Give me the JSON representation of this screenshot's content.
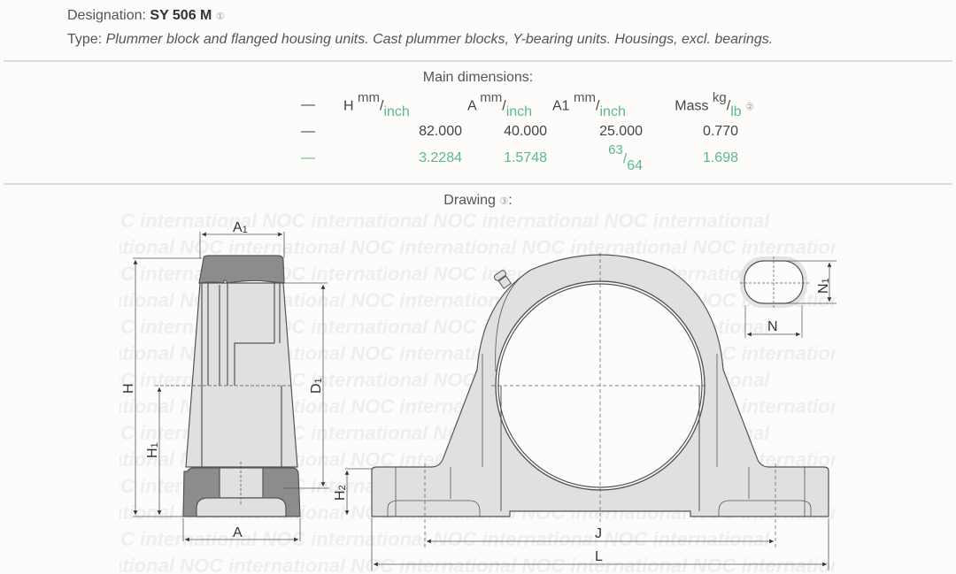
{
  "designation": {
    "label": "Designation:",
    "value": "SY 506 M",
    "info_icon": "①"
  },
  "type": {
    "label": "Type:",
    "value": "Plummer block and flanged housing units. Cast plummer blocks, Y-bearing units. Housings, excl. bearings."
  },
  "main_dimensions": {
    "title": "Main dimensions:",
    "headers": [
      {
        "name": "H",
        "unit_top": "mm",
        "unit_bottom": "inch"
      },
      {
        "name": "A",
        "unit_top": "mm",
        "unit_bottom": "inch"
      },
      {
        "name": "A1",
        "unit_top": "mm",
        "unit_bottom": "inch"
      },
      {
        "name": "Mass",
        "unit_top": "kg",
        "unit_bottom": "lb",
        "info_icon": "②"
      }
    ],
    "rows": [
      {
        "dash": "—",
        "values": [
          "82.000",
          "40.000",
          "25.000",
          "0.770"
        ]
      },
      {
        "dash": "—",
        "values": [
          "3.2284",
          "1.5748",
          "",
          "1.698"
        ],
        "a1_fraction": {
          "num": "63",
          "den": "64"
        }
      }
    ]
  },
  "drawing": {
    "title": "Drawing",
    "info_icon": "③",
    "colon": ":",
    "labels": {
      "A1": "A",
      "A1_sub": "1",
      "H": "H",
      "H1": "H",
      "H1_sub": "1",
      "D1": "D",
      "D1_sub": "1",
      "A": "A",
      "H2": "H",
      "H2_sub": "2",
      "J": "J",
      "L": "L",
      "N": "N",
      "N1": "N",
      "N1_sub": "1"
    },
    "watermark": "NOC international"
  },
  "colors": {
    "accent_green": "#5cb88a",
    "text": "#555555",
    "separator": "#dcdcdc",
    "housing_fill": "#e0e0e0",
    "dark_fill": "#8c8c8c"
  }
}
